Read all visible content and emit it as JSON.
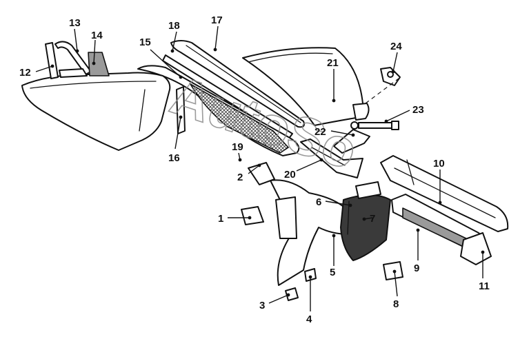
{
  "watermark": "AutoSo",
  "callouts": [
    {
      "id": "c1",
      "label": "1"
    },
    {
      "id": "c2",
      "label": "2"
    },
    {
      "id": "c3",
      "label": "3"
    },
    {
      "id": "c4",
      "label": "4"
    },
    {
      "id": "c5",
      "label": "5"
    },
    {
      "id": "c6",
      "label": "6"
    },
    {
      "id": "c7",
      "label": "7"
    },
    {
      "id": "c8",
      "label": "8"
    },
    {
      "id": "c9",
      "label": "9"
    },
    {
      "id": "c10",
      "label": "10"
    },
    {
      "id": "c11",
      "label": "11"
    },
    {
      "id": "c12",
      "label": "12"
    },
    {
      "id": "c13",
      "label": "13"
    },
    {
      "id": "c14",
      "label": "14"
    },
    {
      "id": "c15",
      "label": "15"
    },
    {
      "id": "c16",
      "label": "16"
    },
    {
      "id": "c17",
      "label": "17"
    },
    {
      "id": "c18",
      "label": "18"
    },
    {
      "id": "c19",
      "label": "19"
    },
    {
      "id": "c20",
      "label": "20"
    },
    {
      "id": "c21",
      "label": "21"
    },
    {
      "id": "c22",
      "label": "22"
    },
    {
      "id": "c23",
      "label": "23"
    },
    {
      "id": "c24",
      "label": "24"
    }
  ]
}
